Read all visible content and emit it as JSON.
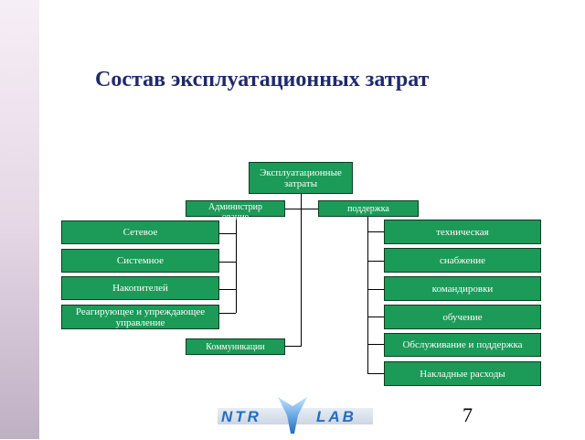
{
  "slide": {
    "title": "Состав эксплуатационных затрат",
    "page_number": "7"
  },
  "diagram": {
    "root": "Эксплуатационные затраты",
    "administration": {
      "label": "Администрирование",
      "children": [
        "Сетевое",
        "Системное",
        "Накопителей",
        "Реагирующее и упреждающее управление"
      ]
    },
    "support": {
      "label": "поддержка",
      "children": [
        "техническая",
        "снабжение",
        "командировки",
        "обучение",
        "Обслуживание и поддержка",
        "Накладные расходы"
      ]
    },
    "communications": "Коммуникации"
  },
  "logo": {
    "left_text": "NTR",
    "right_text": "LAB"
  },
  "colors": {
    "box_fill": "#1c9a58",
    "box_border": "#0a3e22",
    "title": "#1f2a6b",
    "logo_blue": "#1f6fc4"
  }
}
